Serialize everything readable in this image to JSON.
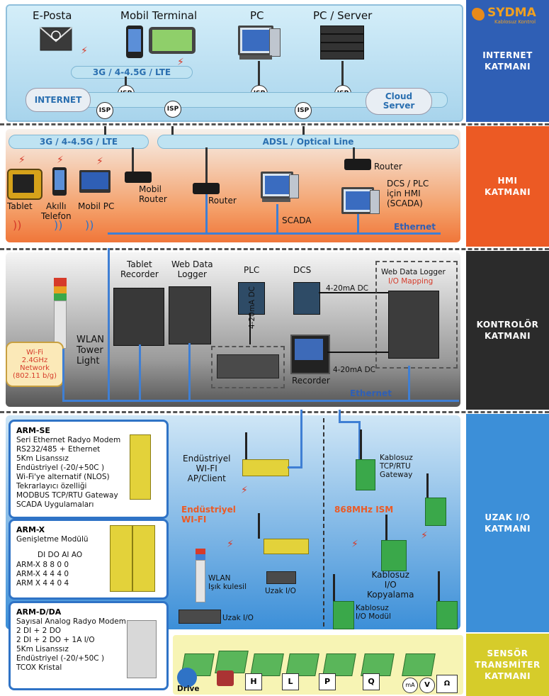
{
  "brand": {
    "name": "SYDMA",
    "tagline": "Kablosuz Kontrol"
  },
  "layers": {
    "internet": "INTERNET\nKATMANI",
    "hmi": "HMI\nKATMANI",
    "controller": "KONTROLÖR\nKATMANI",
    "remote_io": "UZAK I/O\nKATMANI",
    "sensor": "SENSÖR\nTRANSMİTER\nKATMANI"
  },
  "internet": {
    "devices": {
      "email": "E-Posta",
      "mobile_terminal": "Mobil Terminal",
      "pc": "PC",
      "pc_server": "PC / Server"
    },
    "lte_bar": "3G / 4-4.5G / LTE",
    "internet_cloud": "INTERNET",
    "cloud_server": "Cloud\nServer",
    "isp": "ISP"
  },
  "hmi": {
    "lte_bar": "3G / 4-4.5G / LTE",
    "adsl_bar": "ADSL / Optical Line",
    "tablet": "Tablet",
    "smart_phone": "Akıllı\nTelefon",
    "mobile_pc": "Mobil PC",
    "mobile_router": "Mobil\nRouter",
    "router": "Router",
    "router2": "Router",
    "scada": "SCADA",
    "dcs_hmi": "DCS / PLC\niçin HMI\n(SCADA)",
    "ethernet": "Ethernet"
  },
  "controller": {
    "tablet_recorder": "Tablet\nRecorder",
    "web_data_logger": "Web Data\nLogger",
    "plc": "PLC",
    "dcs": "DCS",
    "web_data_logger_right": "Web Data Logger",
    "io_mapping": "I/O Mapping",
    "signal1": "4-20mA DC",
    "signal2": "4-20mA DC",
    "signal3": "4-20mA DC",
    "recorder": "Recorder",
    "wlan_tower": "WLAN\nTower\nLight",
    "wifi_bubble": "Wi-Fi\n2.4GHz\nNetwork\n(802.11 b/g)",
    "ethernet": "Ethernet"
  },
  "remote_io": {
    "cards": [
      {
        "title": "ARM-SE",
        "text": "Seri Ethernet Radyo Modem\nRS232/485 + Ethernet\n5Km Lisanssız\nEndüstriyel (-20/+50C )\nWi-Fi'ye alternatif (NLOS)\nTekrarlayıcı özelliği\nMODBUS TCP/RTU Gateway\nSCADA Uygulamaları"
      },
      {
        "title": "ARM-X",
        "text": "Genişletme Modülü"
      },
      {
        "title": "ARM-D/DA",
        "text": "Sayısal Analog Radyo Modem\n2 DI + 2 DO\n2 DI + 2 DO + 1A I/O\n5Km Lisanssız\nEndüstriyel (-20/+50C )\nTCOX Kristal"
      }
    ],
    "armx_table": {
      "header": "DI DO AI AO",
      "rows": [
        "ARM-X 8  8  0  0",
        "ARM-X 4  4  4  0",
        "ARM X 4  4  0  4"
      ]
    },
    "industrial_wifi_ap": "Endüstriyel\nWI-FI\nAP/Client",
    "industrial_wifi": "Endüstriyel\nWI-FI",
    "wlan_light": "WLAN\nIşık kulesil",
    "remote_io1": "Uzak I/O",
    "remote_io2": "Uzak I/O",
    "ism": "868MHz ISM",
    "wireless_gateway": "Kablosuz\nTCP/RTU\nGateway",
    "wireless_copy": "Kablosuz\nI/O\nKopyalama",
    "wireless_module": "Kablosuz\nI/O Modül"
  },
  "sensor": {
    "items": [
      "Drive",
      "",
      "H",
      "L",
      "P",
      "Q",
      "mA",
      "V",
      "Ω"
    ]
  },
  "colors": {
    "internet_bg": "#c8e6f5",
    "hmi_bg": "#f2763a",
    "controller_bg": "#5a5a5a",
    "remote_bg": "#3c8fd8",
    "sensor_bg": "#e4e44a",
    "label_blue": "#2f5fb5",
    "label_orange": "#ec5a24",
    "label_dark": "#2b2b2b",
    "label_yellow": "#d6cc2a",
    "ethernet_line": "#3f7fd4"
  }
}
